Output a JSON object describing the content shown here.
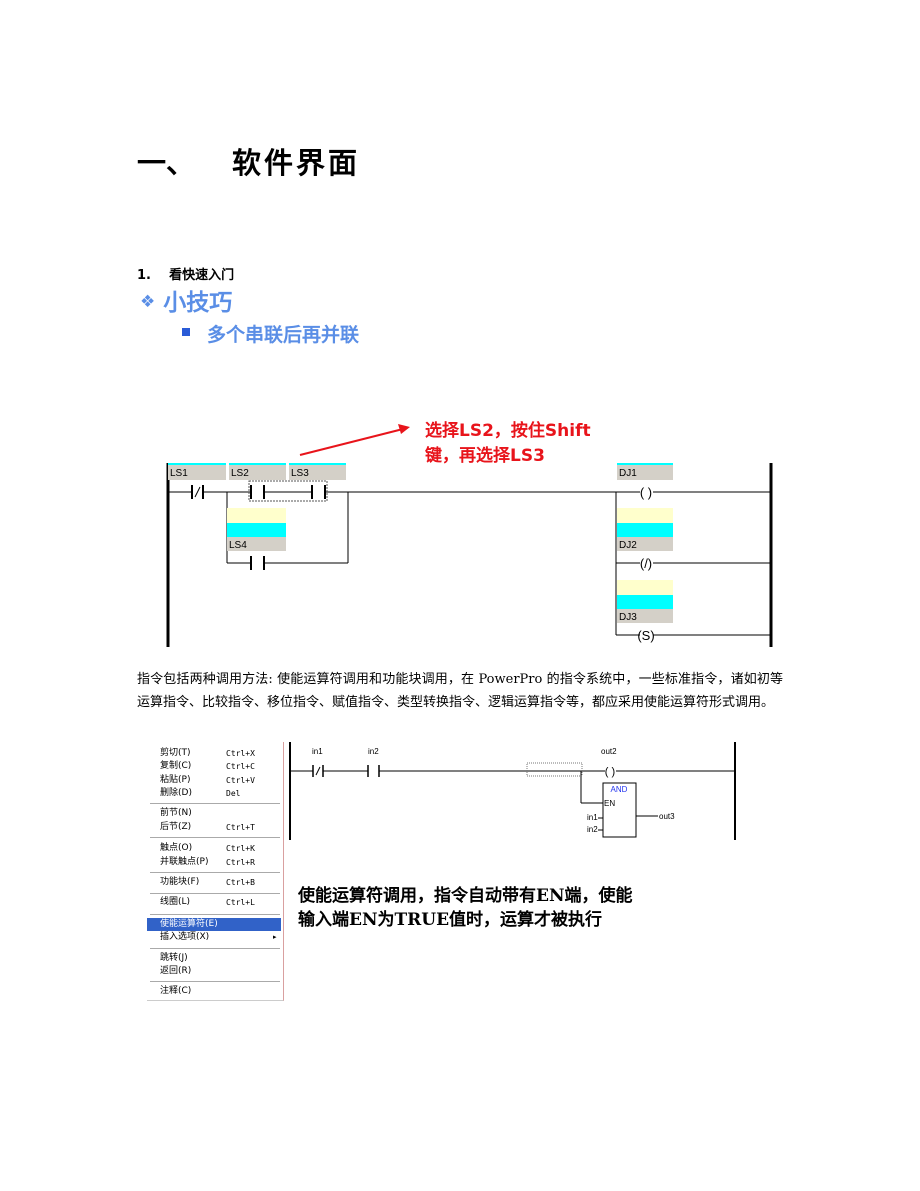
{
  "heading": {
    "number": "一、",
    "title": "软件界面"
  },
  "section": {
    "number": "1.",
    "title": "看快速入门"
  },
  "tip": {
    "icon": "diamond-bullet-icon",
    "title": "小技巧",
    "bullet_text": "多个串联后再并联"
  },
  "colors": {
    "blue": "#5a8ee6",
    "red": "#e8141b",
    "cyan": "#00ffff",
    "yellow": "#ffffcc",
    "label_gray": "#d4d0c8",
    "menu_highlight": "#3162c8"
  },
  "annotation": {
    "line1": "选择LS2，按住Shift",
    "line2": "键，再选择LS3"
  },
  "ladder1": {
    "contacts": [
      "LS1",
      "LS2",
      "LS3",
      "LS4"
    ],
    "coils": [
      "DJ1",
      "DJ2",
      "DJ3"
    ],
    "coil_symbols": [
      "( )",
      "(/)",
      "(S)"
    ]
  },
  "paragraph": "指令包括两种调用方法: 使能运算符调用和功能块调用，在 PowerPro 的指令系统中，一些标准指令，诸如初等运算指令、比较指令、移位指令、赋值指令、类型转换指令、逻辑运算指令等，都应采用使能运算符形式调用。",
  "menu": {
    "items": [
      {
        "label": "剪切(T)",
        "shortcut": "Ctrl+X"
      },
      {
        "label": "复制(C)",
        "shortcut": "Ctrl+C"
      },
      {
        "label": "粘贴(P)",
        "shortcut": "Ctrl+V"
      },
      {
        "label": "删除(D)",
        "shortcut": "Del"
      },
      {
        "label": "前节(N)",
        "shortcut": ""
      },
      {
        "label": "后节(Z)",
        "shortcut": "Ctrl+T"
      },
      {
        "label": "触点(O)",
        "shortcut": "Ctrl+K"
      },
      {
        "label": "并联触点(P)",
        "shortcut": "Ctrl+R"
      },
      {
        "label": "功能块(F)",
        "shortcut": "Ctrl+B"
      },
      {
        "label": "线圈(L)",
        "shortcut": "Ctrl+L"
      },
      {
        "label": "使能运算符(E)",
        "shortcut": ""
      },
      {
        "label": "插入选项(X)",
        "shortcut": "▸"
      },
      {
        "label": "跳转(J)",
        "shortcut": ""
      },
      {
        "label": "返回(R)",
        "shortcut": ""
      },
      {
        "label": "注释(C)",
        "shortcut": ""
      }
    ]
  },
  "ladder2": {
    "in1": "in1",
    "in2": "in2",
    "out2": "out2",
    "block": "AND",
    "en": "EN",
    "pin1": "in1",
    "pin2": "in2",
    "out3": "out3"
  },
  "caption": {
    "line1": "使能运算符调用，指令自动带有EN端，使能",
    "line2": "输入端EN为TRUE值时，运算才被执行"
  }
}
